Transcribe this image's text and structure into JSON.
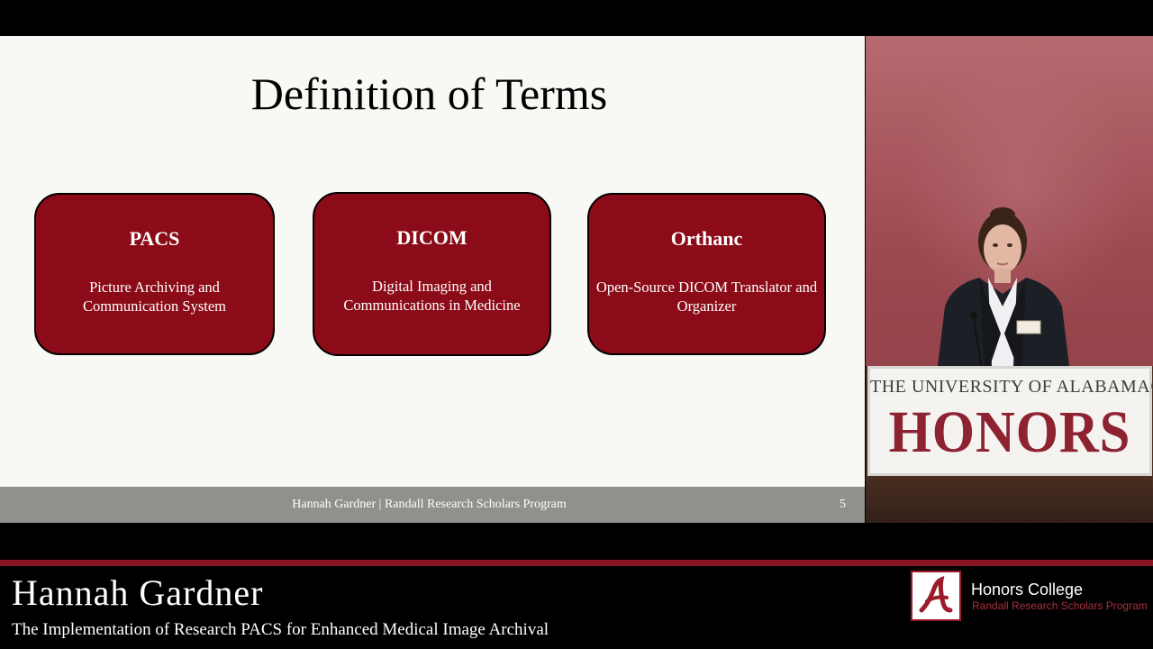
{
  "slide": {
    "title": "Definition of Terms",
    "terms": [
      {
        "name": "PACS",
        "definition": "Picture Archiving and Communication System"
      },
      {
        "name": "DICOM",
        "definition": "Digital Imaging and Communications in Medicine"
      },
      {
        "name": "Orthanc",
        "definition": "Open-Source DICOM Translator and Organizer"
      }
    ],
    "footer": "Hannah Gardner | Randall Research Scholars Program",
    "page_number": "5",
    "colors": {
      "term_box": "#8b0c18",
      "footer_bar": "#8e918c",
      "background": "#f8f8f4"
    }
  },
  "video": {
    "podium_line1": "THE UNIVERSITY OF ALABAMA®",
    "podium_line2": "HONORS",
    "colors": {
      "wall": "#9c4950",
      "honors_text": "#8d2330"
    }
  },
  "lower_third": {
    "speaker_name": "Hannah Gardner",
    "talk_title": "The Implementation of Research PACS for Enhanced Medical Image Archival",
    "college": "Honors College",
    "program": "Randall Research Scholars Program",
    "logo_icon": "alabama-a-logo-icon",
    "colors": {
      "stripe": "#8c1525",
      "program_text": "#a8323f"
    }
  }
}
